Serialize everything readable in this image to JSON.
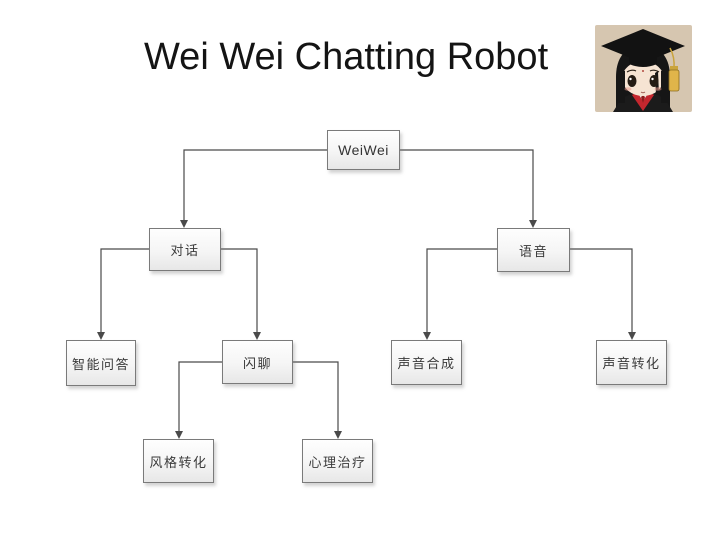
{
  "title": "Wei Wei Chatting Robot",
  "avatar": {
    "name": "graduate-girl-avatar",
    "background": "#d6c6b0",
    "cap_color": "#161616",
    "tassel_color": "#dfb44a",
    "hair_color": "#161616",
    "face_color": "#f6e4d3",
    "collar_color": "#c4272e"
  },
  "colors": {
    "node_border": "#7a7a7a",
    "node_fill_top": "#fefefe",
    "node_fill_bottom": "#e7e7e7",
    "connector": "#4a4a4a",
    "node_text": "#3a3a3a",
    "title_text": "#141414",
    "background": "#ffffff"
  },
  "diagram": {
    "nodes": [
      {
        "id": "weiwei",
        "label": "WeiWei"
      },
      {
        "id": "duihua",
        "label": "对话"
      },
      {
        "id": "yuyin",
        "label": "语音"
      },
      {
        "id": "zhinengwenda",
        "label": "智能问答"
      },
      {
        "id": "shanliao",
        "label": "闪聊"
      },
      {
        "id": "shengyinhecheng",
        "label": "声音合成"
      },
      {
        "id": "shengyinzhuanhua",
        "label": "声音转化"
      },
      {
        "id": "fenggezhuanhua",
        "label": "风格转化"
      },
      {
        "id": "xinlizhiliao",
        "label": "心理治疗"
      }
    ],
    "edges": [
      [
        "WeiWei",
        "对话"
      ],
      [
        "WeiWei",
        "语音"
      ],
      [
        "对话",
        "智能问答"
      ],
      [
        "对话",
        "闪聊"
      ],
      [
        "语音",
        "声音合成"
      ],
      [
        "语音",
        "声音转化"
      ],
      [
        "闪聊",
        "风格转化"
      ],
      [
        "闪聊",
        "心理治疗"
      ]
    ]
  }
}
